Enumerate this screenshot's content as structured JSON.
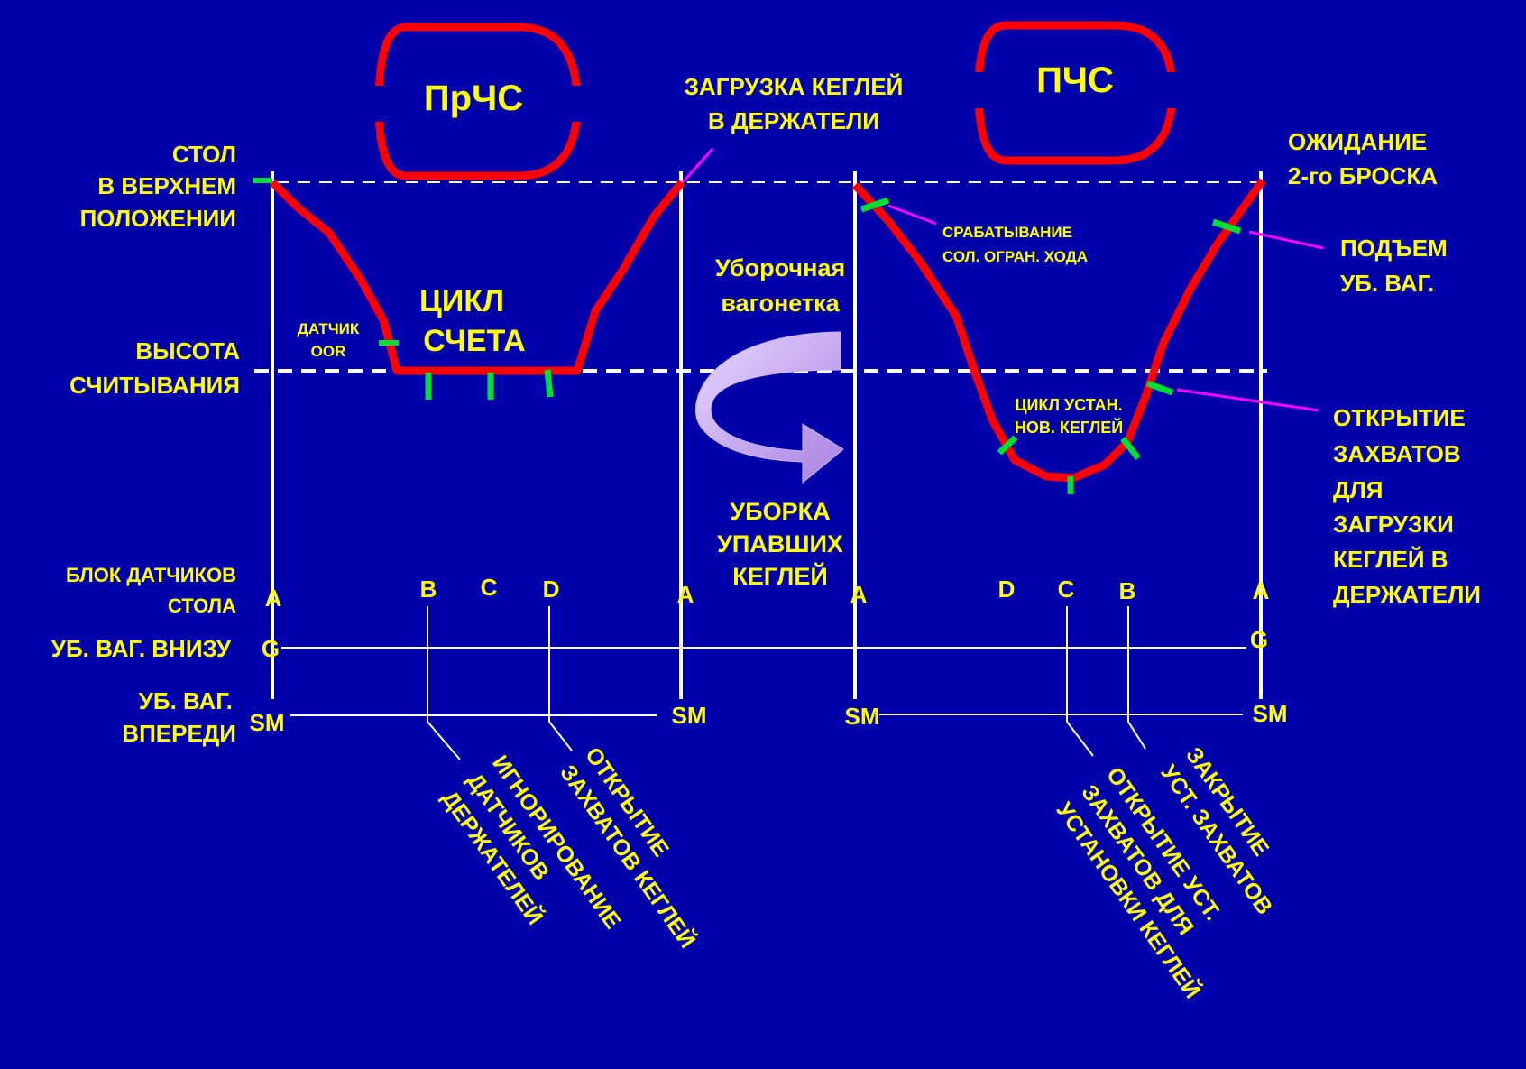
{
  "colors": {
    "background": "#0000aa",
    "curve": "#ff0000",
    "marker": "#00dd33",
    "pointer": "#ff00ff",
    "line": "#ffffff",
    "text": "#ffff00",
    "arrow": "#c8a8f0"
  },
  "badges": {
    "left": "ПрЧС",
    "right": "ПЧС"
  },
  "left_labels": {
    "table_top": [
      "СТОЛ",
      "В ВЕРХНЕМ",
      "ПОЛОЖЕНИИ"
    ],
    "read_height": [
      "ВЫСОТА",
      "СЧИТЫВАНИЯ"
    ],
    "sensor_block": [
      "БЛОК ДАТЧИКОВ",
      "СТОЛА"
    ],
    "wagon_down": "УБ. ВАГ. ВНИЗУ",
    "wagon_front": [
      "УБ. ВАГ.",
      "ВПЕРЕДИ"
    ]
  },
  "annotations": {
    "loading": [
      "ЗАГРУЗКА КЕГЛЕЙ",
      "В ДЕРЖАТЕЛИ"
    ],
    "waiting": [
      "ОЖИДАНИЕ",
      "2-го БРОСКА"
    ],
    "solenoid": [
      "СРАБАТЫВАНИЕ",
      "СОЛ. ОГРАН. ХОДА"
    ],
    "wagon_lift": [
      "ПОДЪЕМ",
      "УБ. ВАГ."
    ],
    "count_cycle": [
      "ЦИКЛ",
      "СЧЕТА"
    ],
    "oor_sensor": [
      "ДАТЧИК",
      "OOR"
    ],
    "cleanup_wagon": [
      "Уборочная",
      "вагонетка"
    ],
    "cleanup": [
      "УБОРКА",
      "УПАВШИХ",
      "КЕГЛЕЙ"
    ],
    "set_cycle": [
      "ЦИКЛ УСТАН.",
      "НОВ. КЕГЛЕЙ"
    ],
    "open_grips_load": [
      "ОТКРЫТИЕ",
      "ЗАХВАТОВ",
      "ДЛЯ",
      "ЗАГРУЗКИ",
      "КЕГЛЕЙ В",
      "ДЕРЖАТЕЛИ"
    ]
  },
  "sensors_left": [
    "A",
    "B",
    "C",
    "D",
    "A"
  ],
  "sensors_right": [
    "A",
    "D",
    "C",
    "B",
    "A"
  ],
  "signals": {
    "g_left": "G",
    "g_right": "G",
    "sm_1": "SM",
    "sm_2": "SM",
    "sm_3": "SM",
    "sm_4": "SM"
  },
  "rotated_labels": {
    "ignore_holders": [
      "ИГНОРИРОВАНИЕ",
      "ДАТЧИКОВ",
      "ДЕРЖАТЕЛЕЙ"
    ],
    "open_grips": [
      "ОТКРЫТИЕ",
      "ЗАХВАТОВ КЕГЛЕЙ"
    ],
    "open_set_grips": [
      "ОТКРЫТИЕ УСТ.",
      "ЗАХВАТОВ ДЛЯ",
      "УСТАНОВКИ КЕГЛЕЙ"
    ],
    "close_set_grips": [
      "ЗАКРЫТИЕ",
      "УСТ. ЗАХВАТОВ"
    ]
  }
}
